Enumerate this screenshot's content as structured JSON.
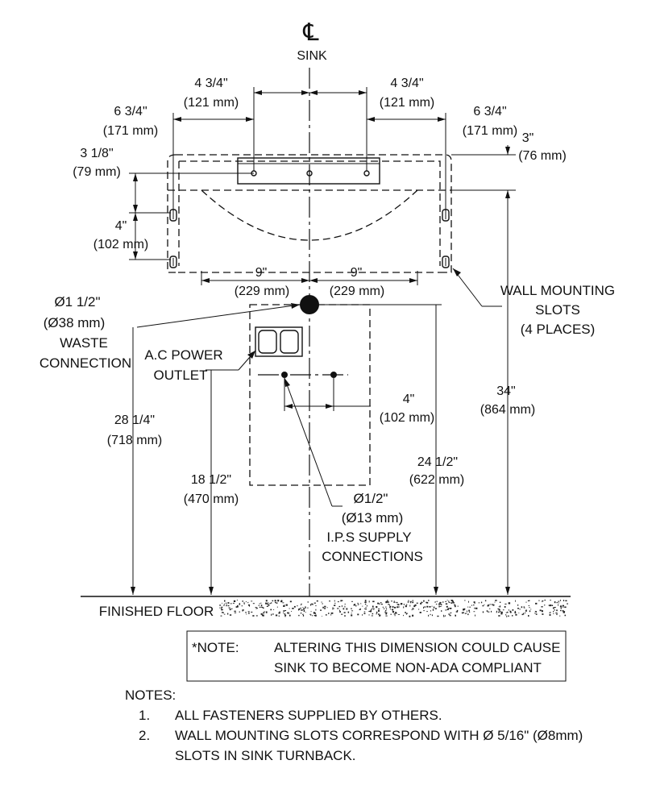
{
  "centerline": {
    "symbol": "℄",
    "label": "SINK"
  },
  "dims": {
    "bracket_left": {
      "imp": "4 3/4\"",
      "met": "(121 mm)"
    },
    "bracket_right": {
      "imp": "4 3/4\"",
      "met": "(121 mm)"
    },
    "slot_left": {
      "imp": "6 3/4\"",
      "met": "(171 mm)"
    },
    "slot_right": {
      "imp": "6 3/4\"",
      "met": "(171 mm)"
    },
    "top_left": {
      "imp": "3 1/8\"",
      "met": "(79 mm)"
    },
    "top_right": {
      "imp": "3\"",
      "met": "(76 mm)"
    },
    "slot_vertical": {
      "imp": "4\"",
      "met": "(102 mm)"
    },
    "outline_left": {
      "imp": "9\"",
      "met": "(229 mm)"
    },
    "outline_right": {
      "imp": "9\"",
      "met": "(229 mm)"
    },
    "waste": {
      "imp": "Ø1  1/2\"",
      "met": "(Ø38 mm)",
      "line1": "WASTE",
      "line2": "CONNECTION"
    },
    "supply_spacing": {
      "imp": "4\"",
      "met": "(102 mm)"
    },
    "overall_height": {
      "imp": "34\"",
      "met": "(864 mm)"
    },
    "waste_height": {
      "imp": "28 1/4\"",
      "met": "(718 mm)"
    },
    "outlet_height": {
      "imp": "18 1/2\"",
      "met": "(470 mm)"
    },
    "supply_height": {
      "imp": "24 1/2\"",
      "met": "(622 mm)"
    },
    "supply": {
      "imp": "Ø1/2\"",
      "met": "(Ø13 mm)",
      "line1": "I.P.S SUPPLY",
      "line2": "CONNECTIONS"
    }
  },
  "labels": {
    "power_outlet_1": "A.C POWER",
    "power_outlet_2": "OUTLET",
    "wall_slots_1": "WALL MOUNTING",
    "wall_slots_2": "SLOTS",
    "wall_slots_3": "(4 PLACES)",
    "floor": "FINISHED FLOOR"
  },
  "note_box": {
    "tag": "*NOTE:",
    "line1": "ALTERING THIS DIMENSION COULD CAUSE",
    "line2": "SINK TO BECOME NON-ADA COMPLIANT"
  },
  "notes": {
    "heading": "NOTES:",
    "items": [
      {
        "num": "1.",
        "line1": "ALL FASTENERS SUPPLIED BY OTHERS.",
        "line2": ""
      },
      {
        "num": "2.",
        "line1": "WALL MOUNTING SLOTS CORRESPOND WITH Ø 5/16\" (Ø8mm)",
        "line2": "SLOTS IN SINK TURNBACK."
      }
    ]
  }
}
